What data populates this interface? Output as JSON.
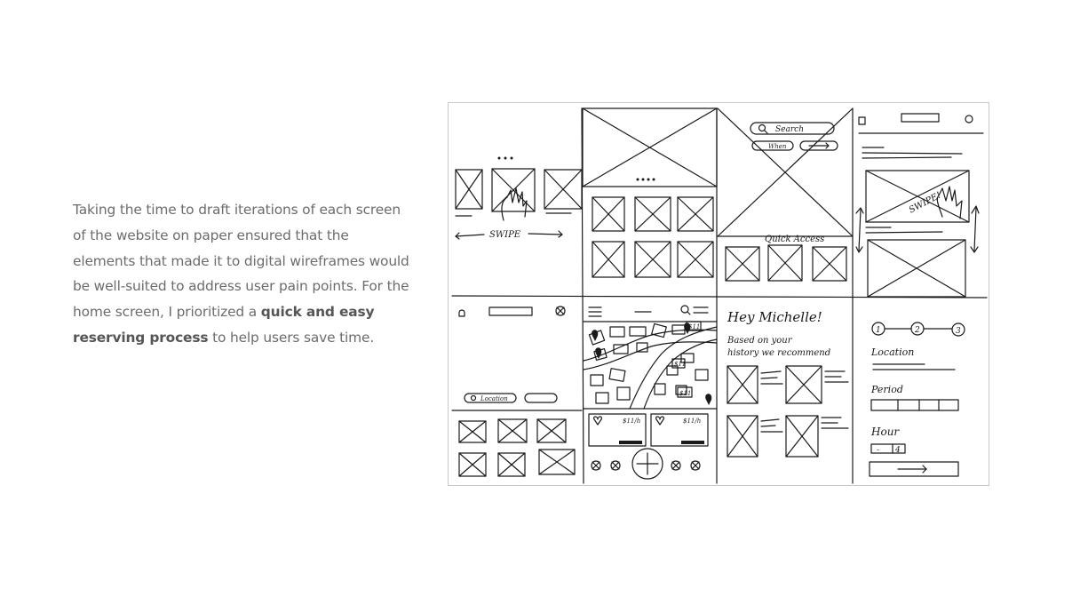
{
  "paragraph": {
    "part1": "Taking the time to draft iterations of each screen of the website on paper ensured that the elements that made it to digital wireframes would be well-suited to address user pain points. For the home screen, I prioritized a ",
    "bold": "quick and easy reserving process",
    "part2": " to help users save time."
  },
  "sketch": {
    "labels": {
      "swipe": "SWIPE",
      "search": "Search",
      "when": "When",
      "quick_access": "Quick Access",
      "swipe2": "SWIPE!",
      "location_pill": "Location",
      "hey": "Hey Michelle!",
      "based1": "Based on your",
      "based2": "history we recommend",
      "step1": "1",
      "step2": "2",
      "step3": "3",
      "location_label": "Location",
      "period_label": "Period",
      "hour_label": "Hour",
      "price1": "$11",
      "price2": "$11",
      "price3": "$11",
      "price_card1": "$11/h",
      "price_card2": "$11/h",
      "stepper_value": "4",
      "stepper_minus": "-"
    }
  }
}
